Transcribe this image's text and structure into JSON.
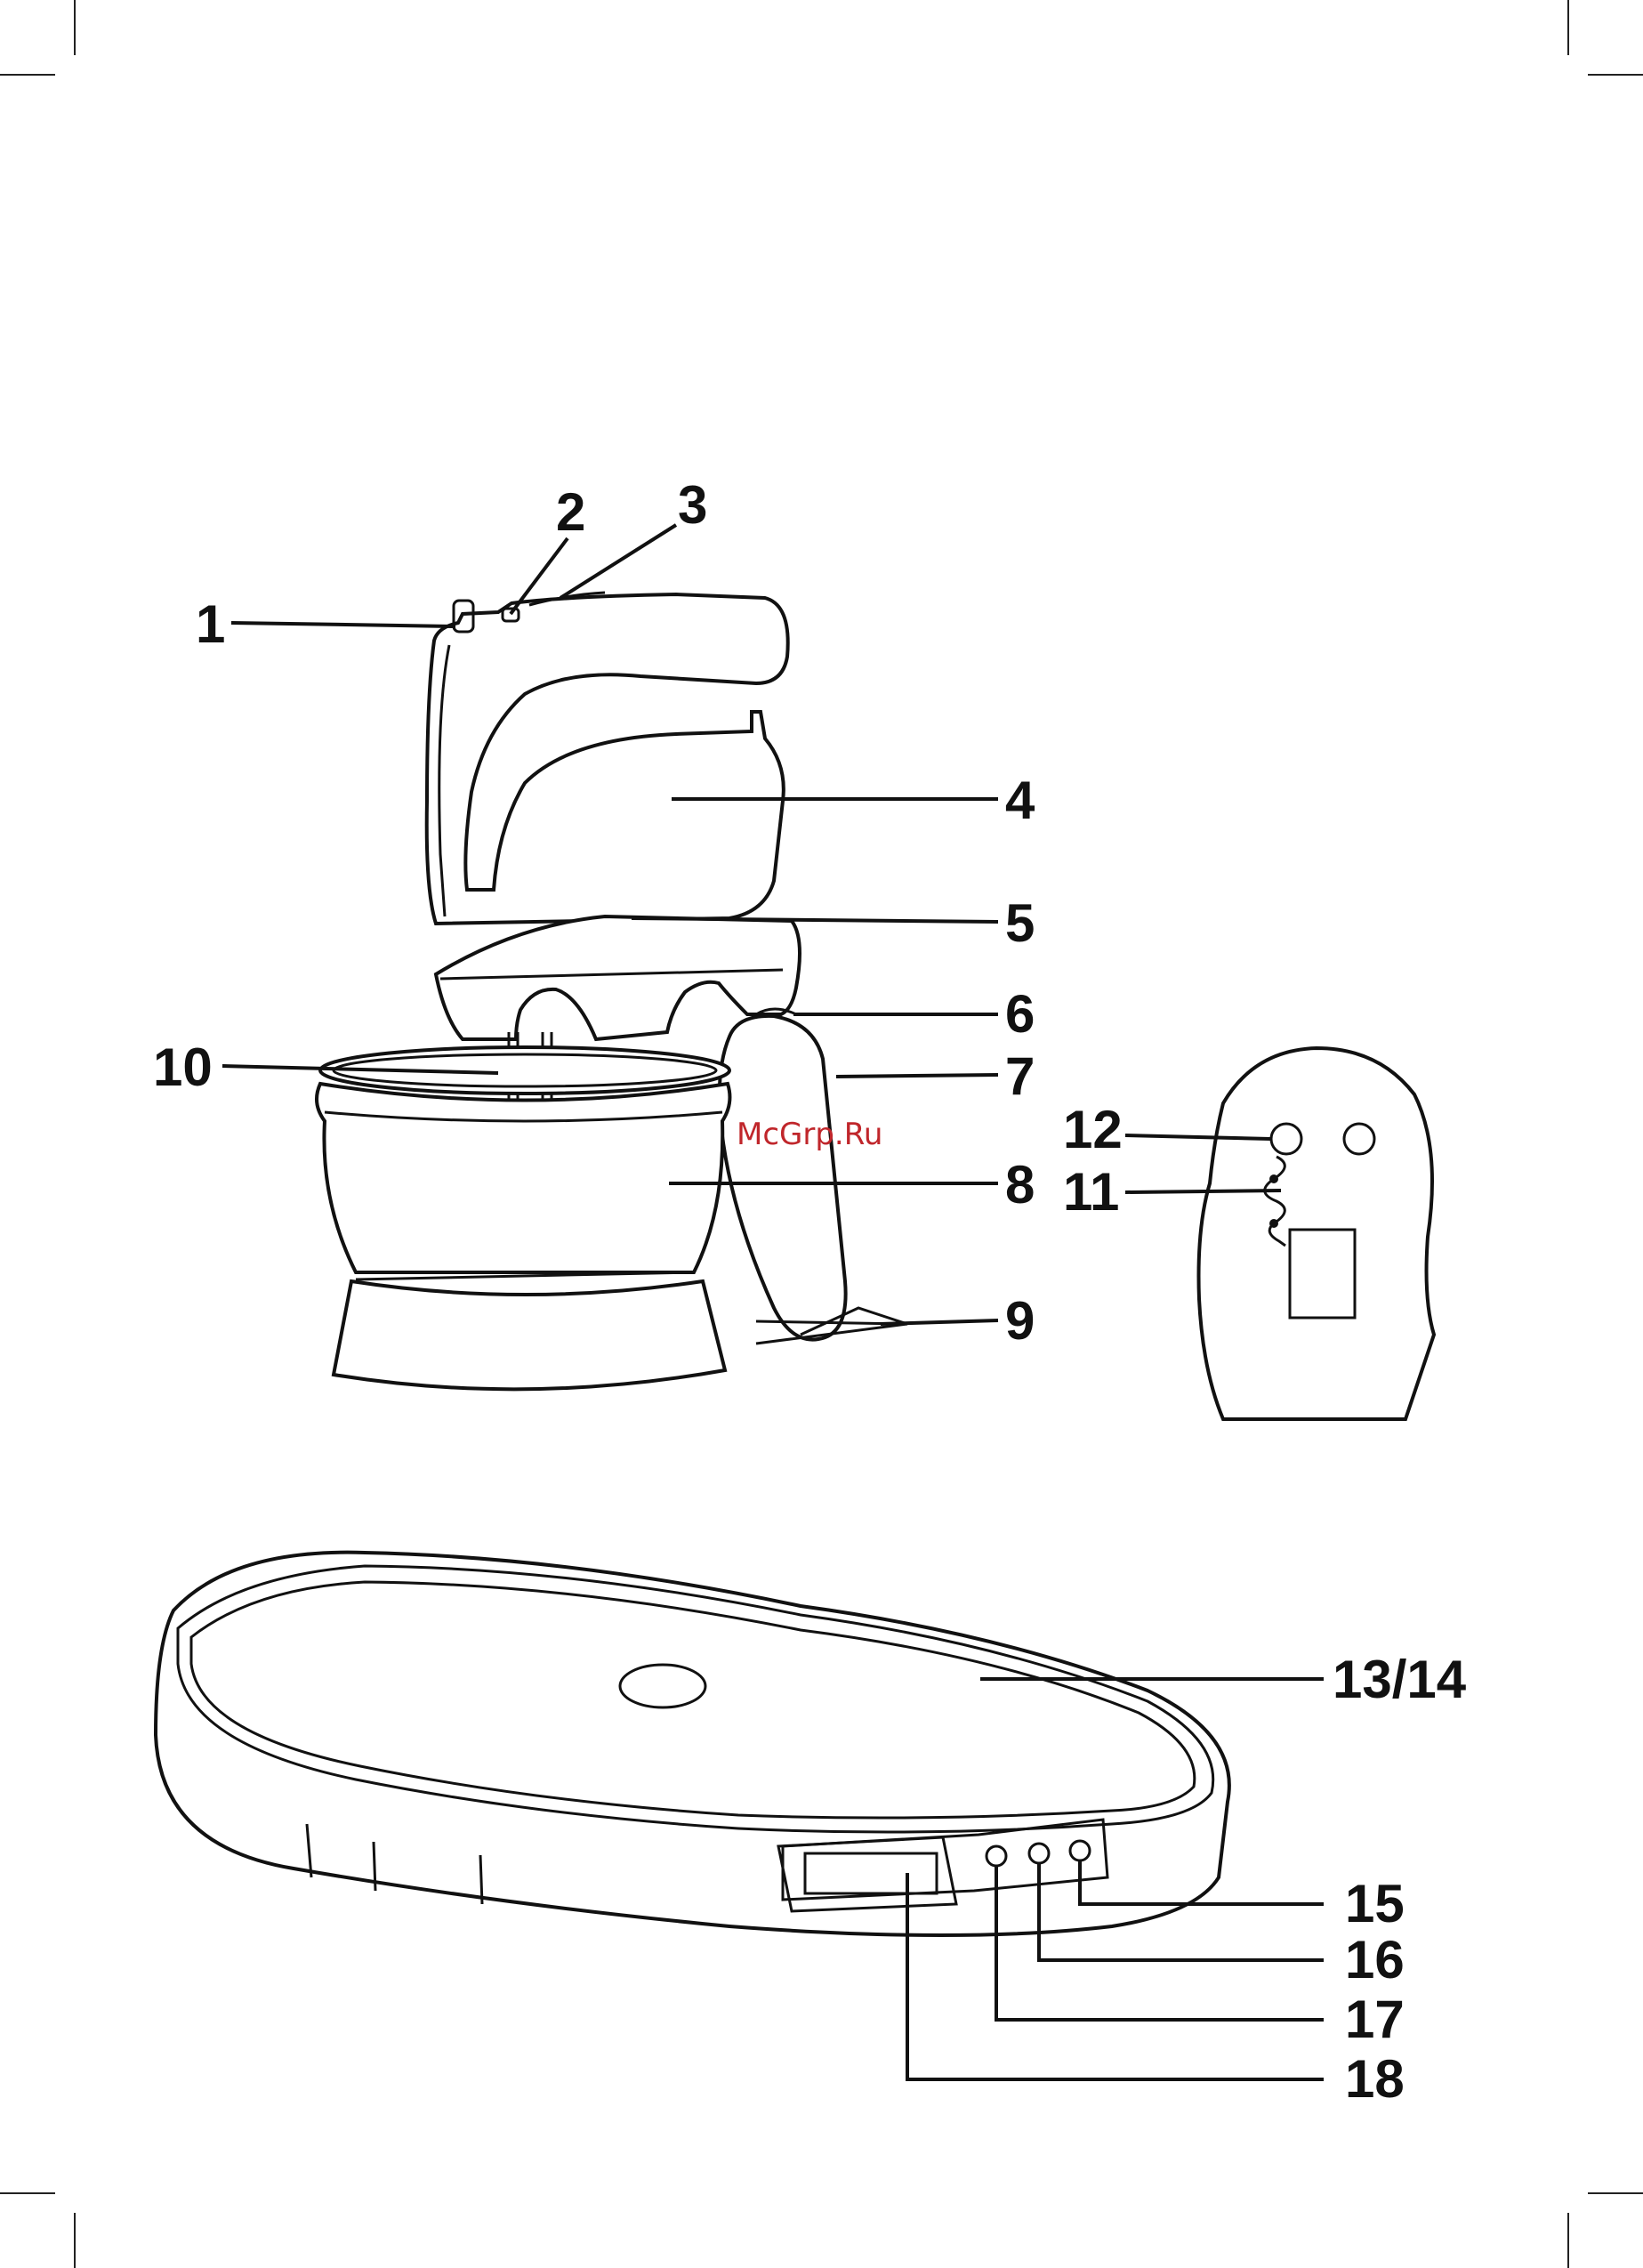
{
  "watermark": "McGrp.Ru",
  "callouts": {
    "c1": "1",
    "c2": "2",
    "c3": "3",
    "c4": "4",
    "c5": "5",
    "c6": "6",
    "c7": "7",
    "c8": "8",
    "c9": "9",
    "c10": "10",
    "c11": "11",
    "c12": "12",
    "c1314": "13/14",
    "c15": "15",
    "c16": "16",
    "c17": "17",
    "c18": "18"
  },
  "icons": [
    "hand-mixer-icon",
    "mixer-stand-icon",
    "bowl-icon",
    "base-icon",
    "scale-platform-icon",
    "lcd-display-icon"
  ]
}
